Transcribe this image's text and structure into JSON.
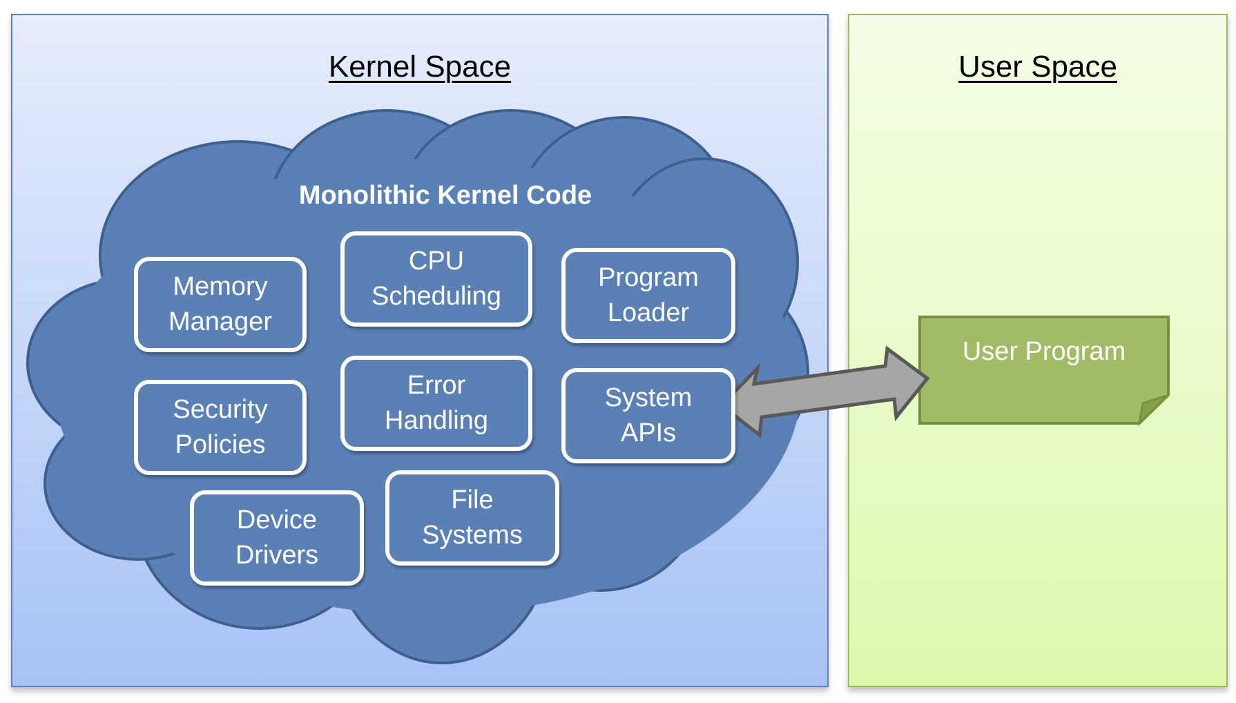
{
  "kernel_space": {
    "title": "Kernel Space",
    "cloud_title": "Monolithic Kernel Code",
    "modules": [
      {
        "id": "memory-manager",
        "label": "Memory\nManager"
      },
      {
        "id": "cpu-scheduling",
        "label": "CPU\nScheduling"
      },
      {
        "id": "program-loader",
        "label": "Program\nLoader"
      },
      {
        "id": "security-policies",
        "label": "Security\nPolicies"
      },
      {
        "id": "error-handling",
        "label": "Error\nHandling"
      },
      {
        "id": "system-apis",
        "label": "System\nAPIs"
      },
      {
        "id": "device-drivers",
        "label": "Device\nDrivers"
      },
      {
        "id": "file-systems",
        "label": "File\nSystems"
      }
    ]
  },
  "user_space": {
    "title": "User Space",
    "program_label": "User Program"
  },
  "connection": {
    "from": "System APIs",
    "to": "User Program",
    "type": "bidirectional-arrow"
  },
  "colors": {
    "kernel_border": "#5b7fbf",
    "cloud_fill": "#5a80b6",
    "cloud_stroke": "#3f5f8f",
    "user_border": "#9cbb5a",
    "program_fill": "#a2bb66",
    "program_stroke": "#76903f",
    "arrow_fill": "#a6a6a6",
    "arrow_stroke": "#595959"
  }
}
